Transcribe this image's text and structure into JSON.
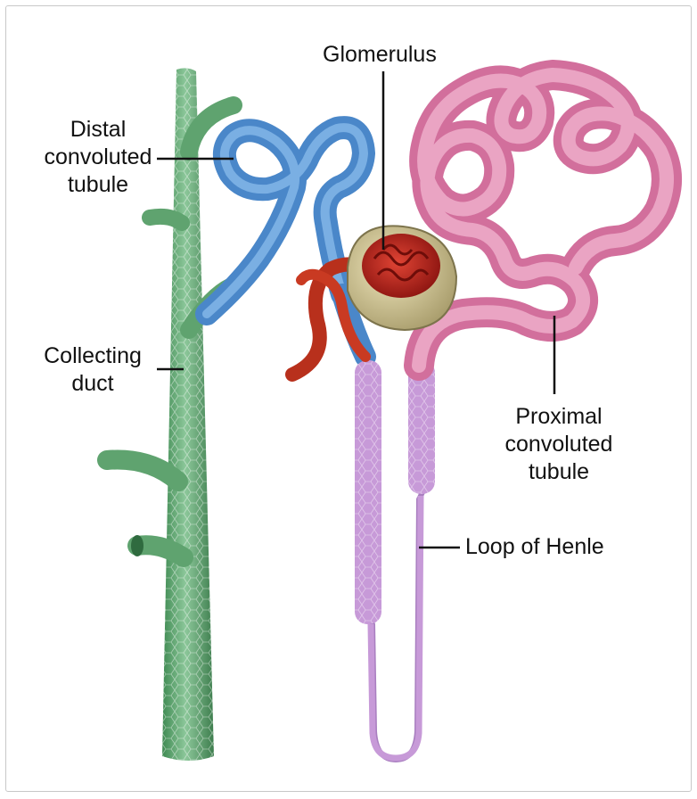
{
  "labels": {
    "glomerulus": "Glomerulus",
    "distal": [
      "Distal",
      "convoluted",
      "tubule"
    ],
    "collecting": [
      "Collecting",
      "duct"
    ],
    "proximal": [
      "Proximal",
      "convoluted",
      "tubule"
    ],
    "henle": "Loop of Henle"
  },
  "colors": {
    "collecting_duct": "#6fb07e",
    "distal_tubule": "#5b9ee0",
    "proximal_tubule": "#e58fb6",
    "loop_of_henle": "#c79ad8",
    "glomerulus": "#c0251e",
    "bowman_capsule": "#d9cf9c",
    "artery": "#c93a22"
  }
}
